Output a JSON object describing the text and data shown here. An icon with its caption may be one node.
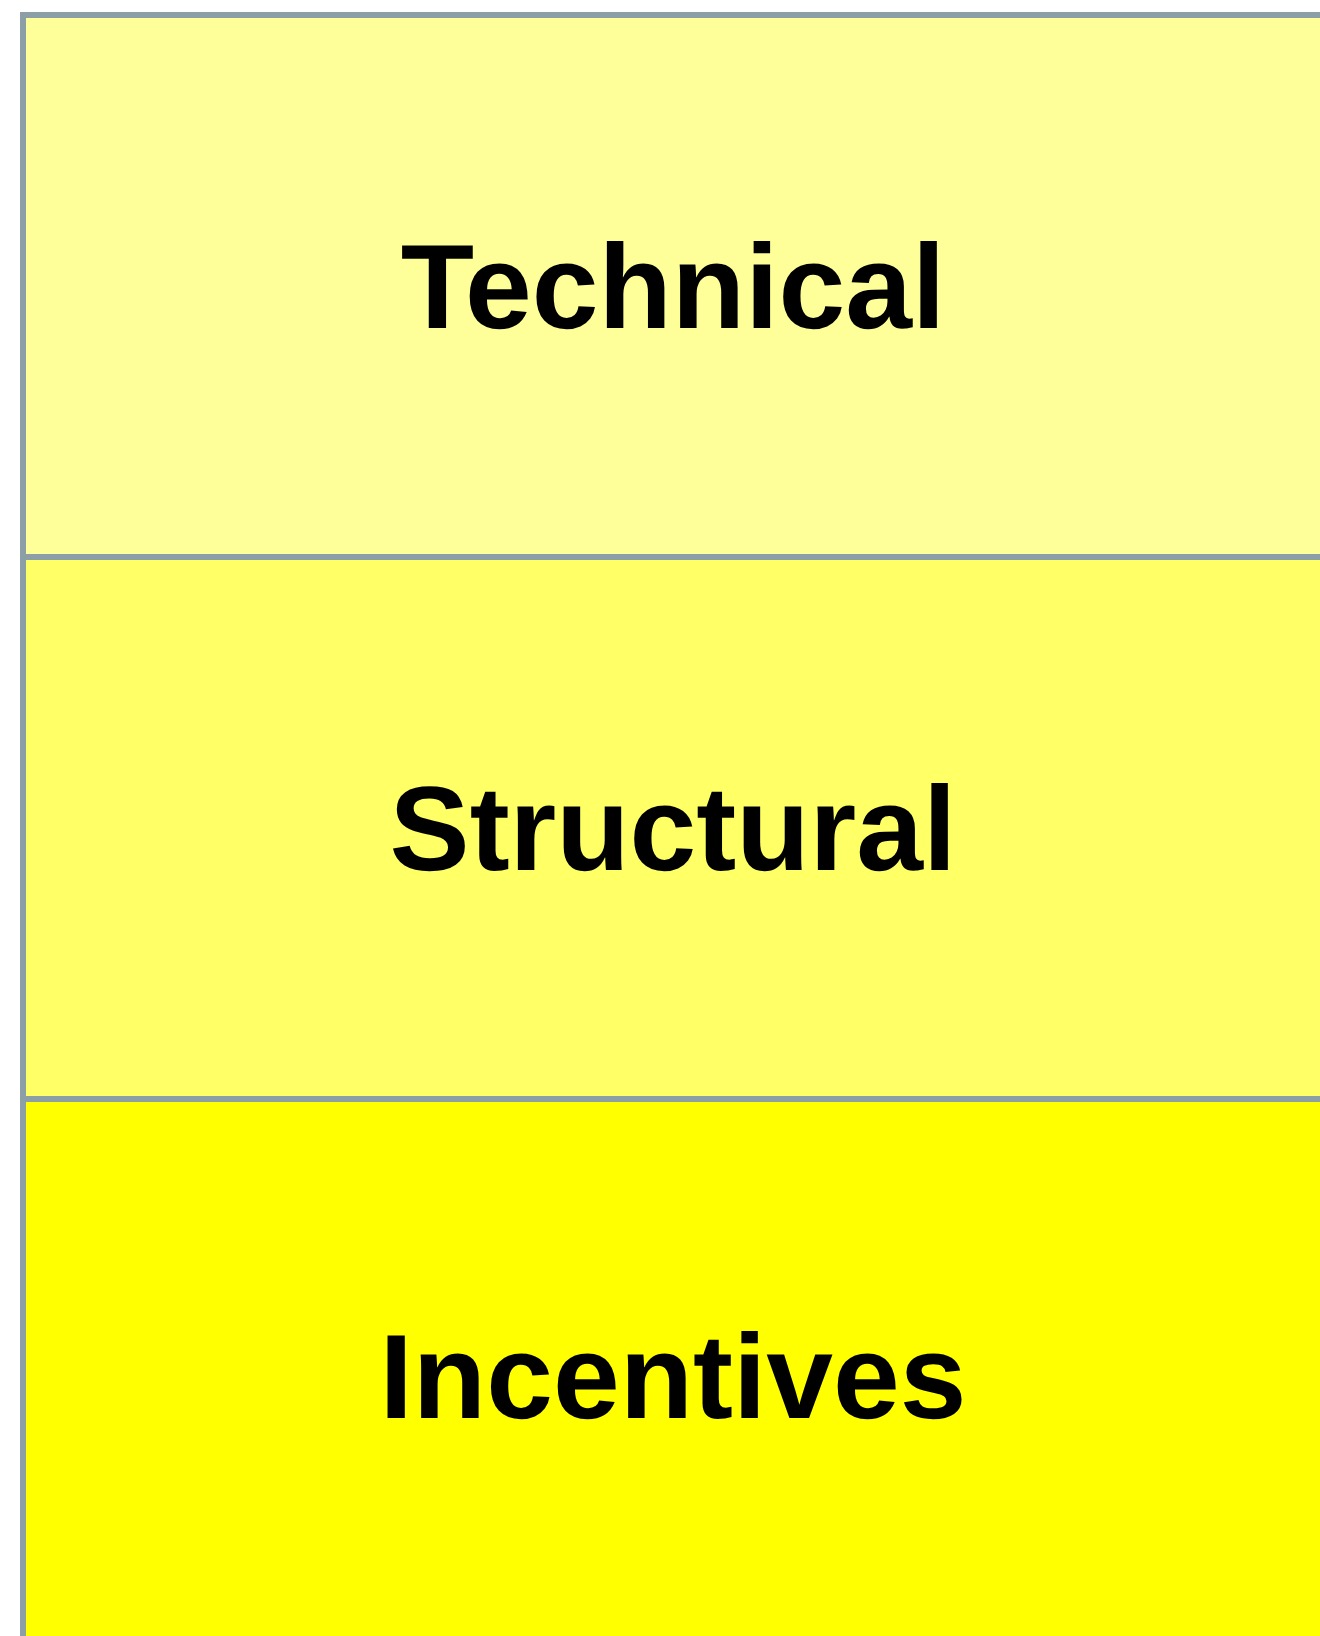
{
  "diagram": {
    "nodes": [
      {
        "text": [
          "Technical"
        ]
      },
      {
        "text": [
          "Structural"
        ]
      },
      {
        "text": [
          "Incentives"
        ]
      }
    ]
  }
}
